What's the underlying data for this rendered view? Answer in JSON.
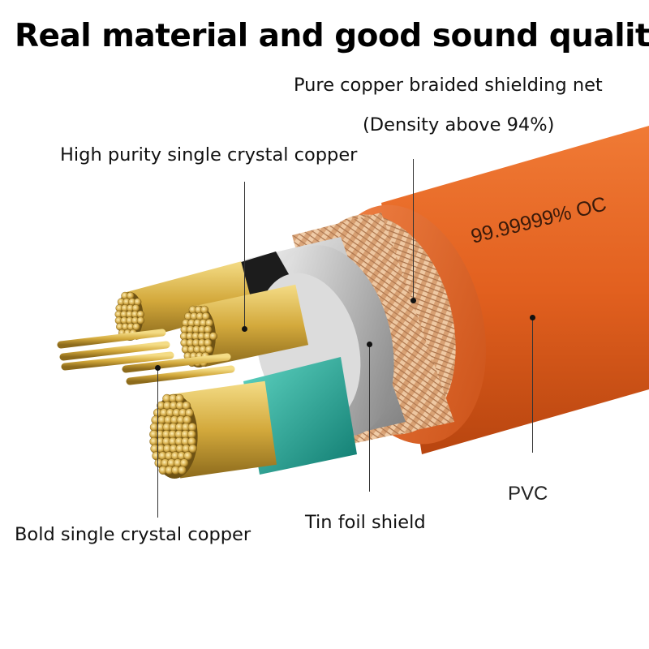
{
  "title": "Real material and good sound quality",
  "labels": {
    "braid_line1": "Pure copper braided shielding net",
    "braid_line2": "(Density above 94%)",
    "high_purity": "High purity single crystal copper",
    "bold_copper": "Bold single crystal copper",
    "tin_foil": "Tin foil shield",
    "pvc": "PVC"
  },
  "jacket_print": "99.99999% OC",
  "colors": {
    "jacket": "#e2601f",
    "braid": "#d9a77b",
    "foil": "#c8c8c8",
    "copper": "#d8b24a",
    "inner_black": "#1e1e1e",
    "inner_teal": "#1fa69a"
  }
}
